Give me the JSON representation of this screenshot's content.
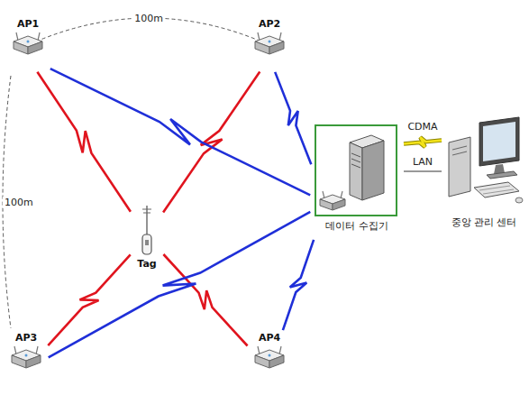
{
  "diagram": {
    "nodes": [
      {
        "text": [
          "AP1"
        ]
      },
      {
        "text": [
          "AP2"
        ]
      },
      {
        "text": [
          "Tag"
        ]
      },
      {
        "text": [
          "데이터 수집기"
        ]
      },
      {
        "text": [
          "중앙 관리 센터"
        ]
      },
      {
        "text": [
          "AP3"
        ]
      },
      {
        "text": [
          "AP4"
        ]
      }
    ],
    "edges": [
      {
        "from": 2,
        "to": 0,
        "arrow": "none"
      },
      {
        "from": 2,
        "to": 1,
        "arrow": "none"
      },
      {
        "from": 2,
        "to": 5,
        "arrow": "none"
      },
      {
        "from": 2,
        "to": 6,
        "arrow": "none"
      },
      {
        "from": 0,
        "to": 3,
        "arrow": "none"
      },
      {
        "from": 1,
        "to": 3,
        "arrow": "none"
      },
      {
        "from": 5,
        "to": 3,
        "arrow": "none"
      },
      {
        "from": 6,
        "to": 3,
        "arrow": "none"
      },
      {
        "from": 3,
        "to": 4,
        "label": "CDMA",
        "arrow": "none"
      },
      {
        "from": 3,
        "to": 4,
        "label": "LAN",
        "arrow": "none"
      }
    ],
    "labels": [
      "100m",
      "100m"
    ]
  }
}
